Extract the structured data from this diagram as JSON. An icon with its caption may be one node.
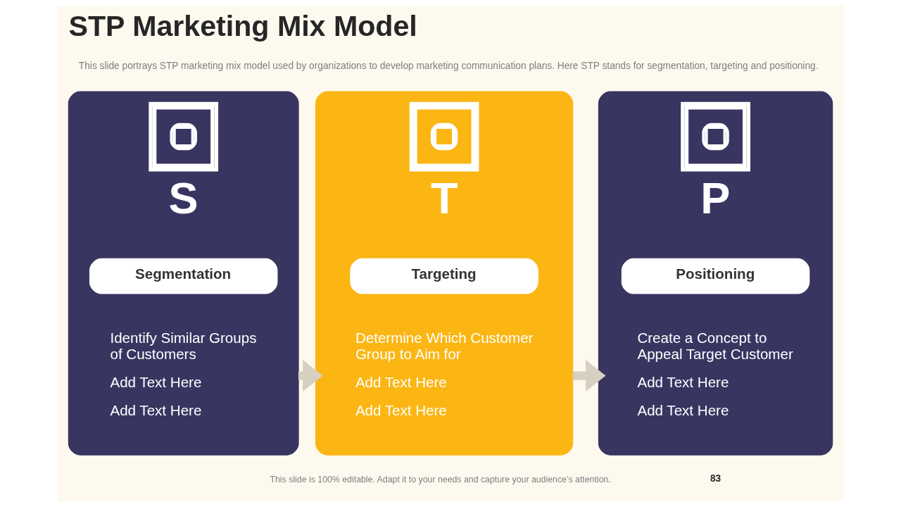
{
  "diagram": {
    "title": "STP Marketing Mix Model",
    "nodes": [
      {
        "text": [
          "S",
          "Identify Similar Groups of Customers",
          "Add Text Here",
          "Add Text Here"
        ]
      },
      {
        "text": [
          "Segmentation"
        ],
        "in": 0
      },
      {
        "text": [
          "T",
          "Determine Which Customer Group to Aim for",
          "Add Text Here",
          "Add Text Here"
        ]
      },
      {
        "text": [
          "Targeting"
        ],
        "in": 2
      },
      {
        "text": [
          "P",
          "Create a Concept to Appeal Target Customer",
          "Add Text Here",
          "Add Text Here"
        ]
      },
      {
        "text": [
          "Positioning"
        ],
        "in": 4
      }
    ],
    "edges": [
      {
        "from": 0,
        "to": 2,
        "arrow": "to"
      },
      {
        "from": 2,
        "to": 4,
        "arrow": "to"
      }
    ],
    "labels": [
      "This slide portrays STP marketing mix model used by organizations to develop marketing communication plans. Here STP stands for segmentation, targeting and positioning.",
      "This slide is 100% editable. Adapt it to your needs and capture your audience’s attention.",
      "83"
    ]
  }
}
